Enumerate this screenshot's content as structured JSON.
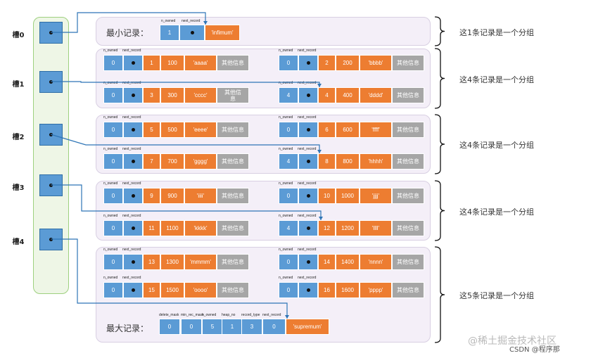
{
  "slots": [
    {
      "label": "槽0"
    },
    {
      "label": "槽1"
    },
    {
      "label": "槽2"
    },
    {
      "label": "槽3"
    },
    {
      "label": "槽4"
    }
  ],
  "infimum": {
    "label": "最小记录：",
    "owned": "1",
    "record": "'infimum'",
    "hdr_owned": "n_owned",
    "hdr_next": "next_record"
  },
  "supremum": {
    "label": "最大记录：",
    "headers": [
      "delete_mask",
      "min_rec_mask",
      "n_owned",
      "heap_no",
      "record_type",
      "next_record"
    ],
    "values": [
      "0",
      "0",
      "5",
      "1",
      "3",
      "0"
    ],
    "record": "'supremum'"
  },
  "record_headers": {
    "owned": "n_owned",
    "next": "next_record"
  },
  "other_info": "其他信息",
  "records": [
    {
      "owned": "0",
      "heap": "1",
      "num": "100",
      "str": "'aaaa'",
      "info": "其他信息"
    },
    {
      "owned": "0",
      "heap": "2",
      "num": "200",
      "str": "'bbbb'",
      "info": "其他信息"
    },
    {
      "owned": "0",
      "heap": "3",
      "num": "300",
      "str": "'cccc'",
      "info": "其他信\n息"
    },
    {
      "owned": "4",
      "heap": "4",
      "num": "400",
      "str": "'dddd'",
      "info": "其他信息"
    },
    {
      "owned": "0",
      "heap": "5",
      "num": "500",
      "str": "'eeee'",
      "info": "其他信息"
    },
    {
      "owned": "0",
      "heap": "6",
      "num": "600",
      "str": "'ffff'",
      "info": "其他信息"
    },
    {
      "owned": "0",
      "heap": "7",
      "num": "700",
      "str": "'gggg'",
      "info": "其他信息"
    },
    {
      "owned": "4",
      "heap": "8",
      "num": "800",
      "str": "'hhhh'",
      "info": "其他信息"
    },
    {
      "owned": "0",
      "heap": "9",
      "num": "900",
      "str": "'iiii'",
      "info": "其他信息"
    },
    {
      "owned": "0",
      "heap": "10",
      "num": "1000",
      "str": "'jjjj'",
      "info": "其他信息"
    },
    {
      "owned": "0",
      "heap": "11",
      "num": "1100",
      "str": "'kkkk'",
      "info": "其他信息"
    },
    {
      "owned": "4",
      "heap": "12",
      "num": "1200",
      "str": "'llll'",
      "info": "其他信息"
    },
    {
      "owned": "0",
      "heap": "13",
      "num": "1300",
      "str": "'mmmm'",
      "info": "其他信息"
    },
    {
      "owned": "0",
      "heap": "14",
      "num": "1400",
      "str": "'nnnn'",
      "info": "其他信息"
    },
    {
      "owned": "0",
      "heap": "15",
      "num": "1500",
      "str": "'oooo'",
      "info": "其他信息"
    },
    {
      "owned": "0",
      "heap": "16",
      "num": "1600",
      "str": "'pppp'",
      "info": "其他信息"
    }
  ],
  "groups": [
    {
      "text": "这1条记录是一个分组"
    },
    {
      "text": "这4条记录是一个分组"
    },
    {
      "text": "这4条记录是一个分组"
    },
    {
      "text": "这4条记录是一个分组"
    },
    {
      "text": "这5条记录是一个分组"
    }
  ],
  "watermark": "@稀土掘金技术社区",
  "credit": "CSDN @程序那"
}
